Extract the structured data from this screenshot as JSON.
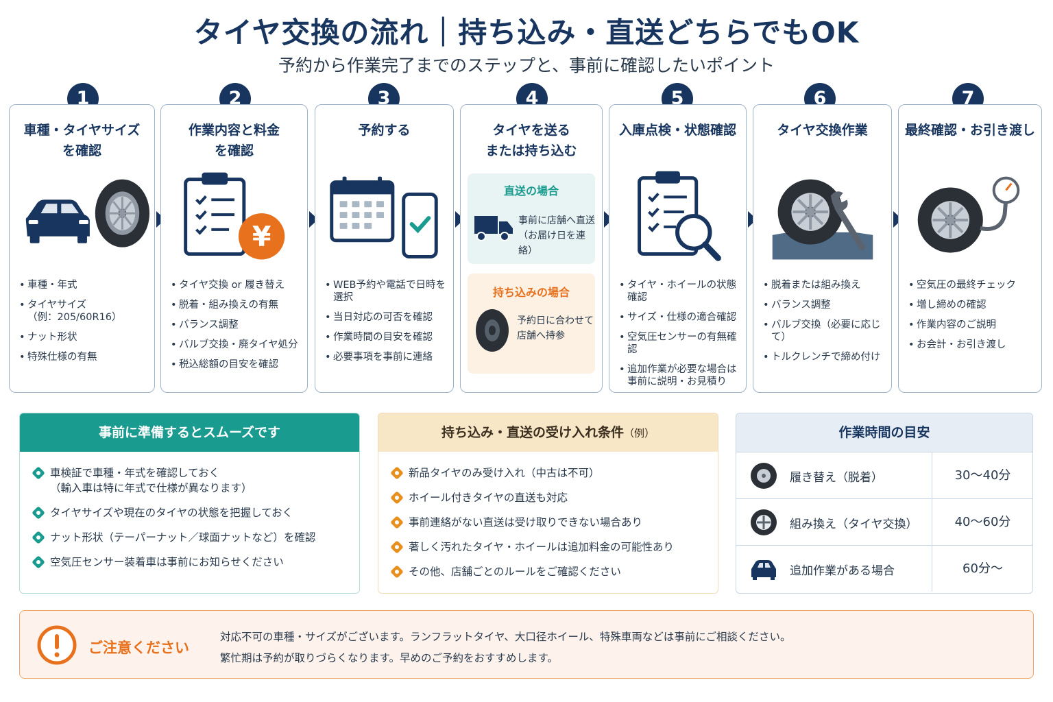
{
  "header": {
    "title": "タイヤ交換の流れ｜持ち込み・直送どちらでもOK",
    "subtitle": "予約から作業完了までのステップと、事前に確認したいポイント"
  },
  "steps": [
    {
      "num": "1",
      "title": "車種・タイヤサイズ\nを確認",
      "icon": "car-and-tire-icon",
      "bullets": [
        "車種・年式",
        "タイヤサイズ\n（例：205/60R16）",
        "ナット形状",
        "特殊仕様の有無"
      ]
    },
    {
      "num": "2",
      "title": "作業内容と料金\nを確認",
      "icon": "clipboard-yen-icon",
      "badge": "¥",
      "bullets": [
        "タイヤ交換 or 履き替え",
        "脱着・組み換えの有無",
        "バランス調整",
        "バルブ交換・廃タイヤ処分",
        "税込総額の目安を確認"
      ]
    },
    {
      "num": "3",
      "title": "予約する",
      "icon": "calendar-phone-icon",
      "bullets": [
        "WEB予約や電話で日時を選択",
        "当日対応の可否を確認",
        "作業時間の目安を確認",
        "必要事項を事前に連絡"
      ]
    },
    {
      "num": "4",
      "title": "タイヤを送る\nまたは持ち込む",
      "icon": "delivery-icon",
      "direct": {
        "heading": "直送の場合",
        "text": "事前に店舗へ直送\n（お届け日を連絡）"
      },
      "bring": {
        "heading": "持ち込みの場合",
        "text": "予約日に合わせて\n店舗へ持参"
      }
    },
    {
      "num": "5",
      "title": "入庫点検・状態確認",
      "icon": "clipboard-magnifier-icon",
      "bullets": [
        "タイヤ・ホイールの状態確認",
        "サイズ・仕様の適合確認",
        "空気圧センサーの有無確認",
        "追加作業が必要な場合は\n事前に説明・お見積り"
      ]
    },
    {
      "num": "6",
      "title": "タイヤ交換作業",
      "icon": "tire-wrench-icon",
      "bullets": [
        "脱着または組み換え",
        "バランス調整",
        "バルブ交換（必要に応じて）",
        "トルクレンチで締め付け"
      ]
    },
    {
      "num": "7",
      "title": "最終確認・お引き渡し",
      "icon": "tire-gauge-icon",
      "bullets": [
        "空気圧の最終チェック",
        "増し締めの確認",
        "作業内容のご説明",
        "お会計・お引き渡し"
      ]
    }
  ],
  "prep": {
    "heading": "事前に準備するとスムーズです",
    "items": [
      "車検証で車種・年式を確認しておく\n（輸入車は特に年式で仕様が異なります）",
      "タイヤサイズや現在のタイヤの状態を把握しておく",
      "ナット形状（テーパーナット／球面ナットなど）を確認",
      "空気圧センサー装着車は事前にお知らせください"
    ]
  },
  "conditions": {
    "heading": "持ち込み・直送の受け入れ条件",
    "heading_note": "（例）",
    "items": [
      "新品タイヤのみ受け入れ（中古は不可）",
      "ホイール付きタイヤの直送も対応",
      "事前連絡がない直送は受け取りできない場合あり",
      "著しく汚れたタイヤ・ホイールは追加料金の可能性あり",
      "その他、店舗ごとのルールをご確認ください"
    ]
  },
  "time": {
    "heading": "作業時間の目安",
    "rows": [
      {
        "icon": "tire-icon",
        "label": "履き替え（脱着）",
        "value": "30～40分"
      },
      {
        "icon": "wheel-icon",
        "label": "組み換え（タイヤ交換）",
        "value": "40～60分"
      },
      {
        "icon": "car-icon",
        "label": "追加作業がある場合",
        "value": "60分～"
      }
    ]
  },
  "notice": {
    "heading": "ご注意ください",
    "line1": "対応不可の車種・サイズがございます。ランフラットタイヤ、大口径ホイール、特殊車両などは事前にご相談ください。",
    "line2": "繁忙期は予約が取りづらくなります。早めのご予約をおすすめします。"
  },
  "colors": {
    "navy": "#17355e",
    "teal": "#1a9b8f",
    "orange": "#e8711d",
    "cream": "#f7e7c6",
    "lightblue": "#e6edf5"
  }
}
